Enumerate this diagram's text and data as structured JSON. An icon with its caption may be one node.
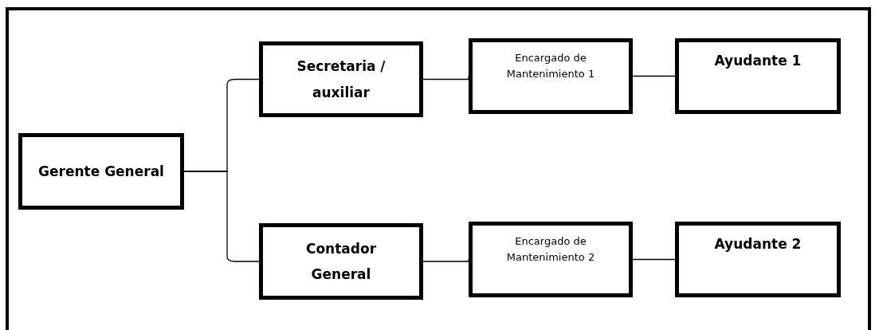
{
  "diagram": {
    "nodes": [
      {
        "text": [
          "Gerente General"
        ]
      },
      {
        "text": [
          "Secretaria / auxiliar"
        ]
      },
      {
        "text": [
          "Contador General"
        ]
      },
      {
        "text": [
          "Encargado de Mantenimiento 1"
        ]
      },
      {
        "text": [
          "Encargado de Mantenimiento 2"
        ]
      },
      {
        "text": [
          "Ayudante 1"
        ]
      },
      {
        "text": [
          "Ayudante 2"
        ]
      }
    ],
    "edges": [
      {
        "from": 0,
        "to": 1,
        "arrow": "none"
      },
      {
        "from": 0,
        "to": 2,
        "arrow": "none"
      },
      {
        "from": 1,
        "to": 3,
        "arrow": "none"
      },
      {
        "from": 3,
        "to": 5,
        "arrow": "none"
      },
      {
        "from": 2,
        "to": 4,
        "arrow": "none"
      },
      {
        "from": 4,
        "to": 6,
        "arrow": "none"
      }
    ]
  }
}
